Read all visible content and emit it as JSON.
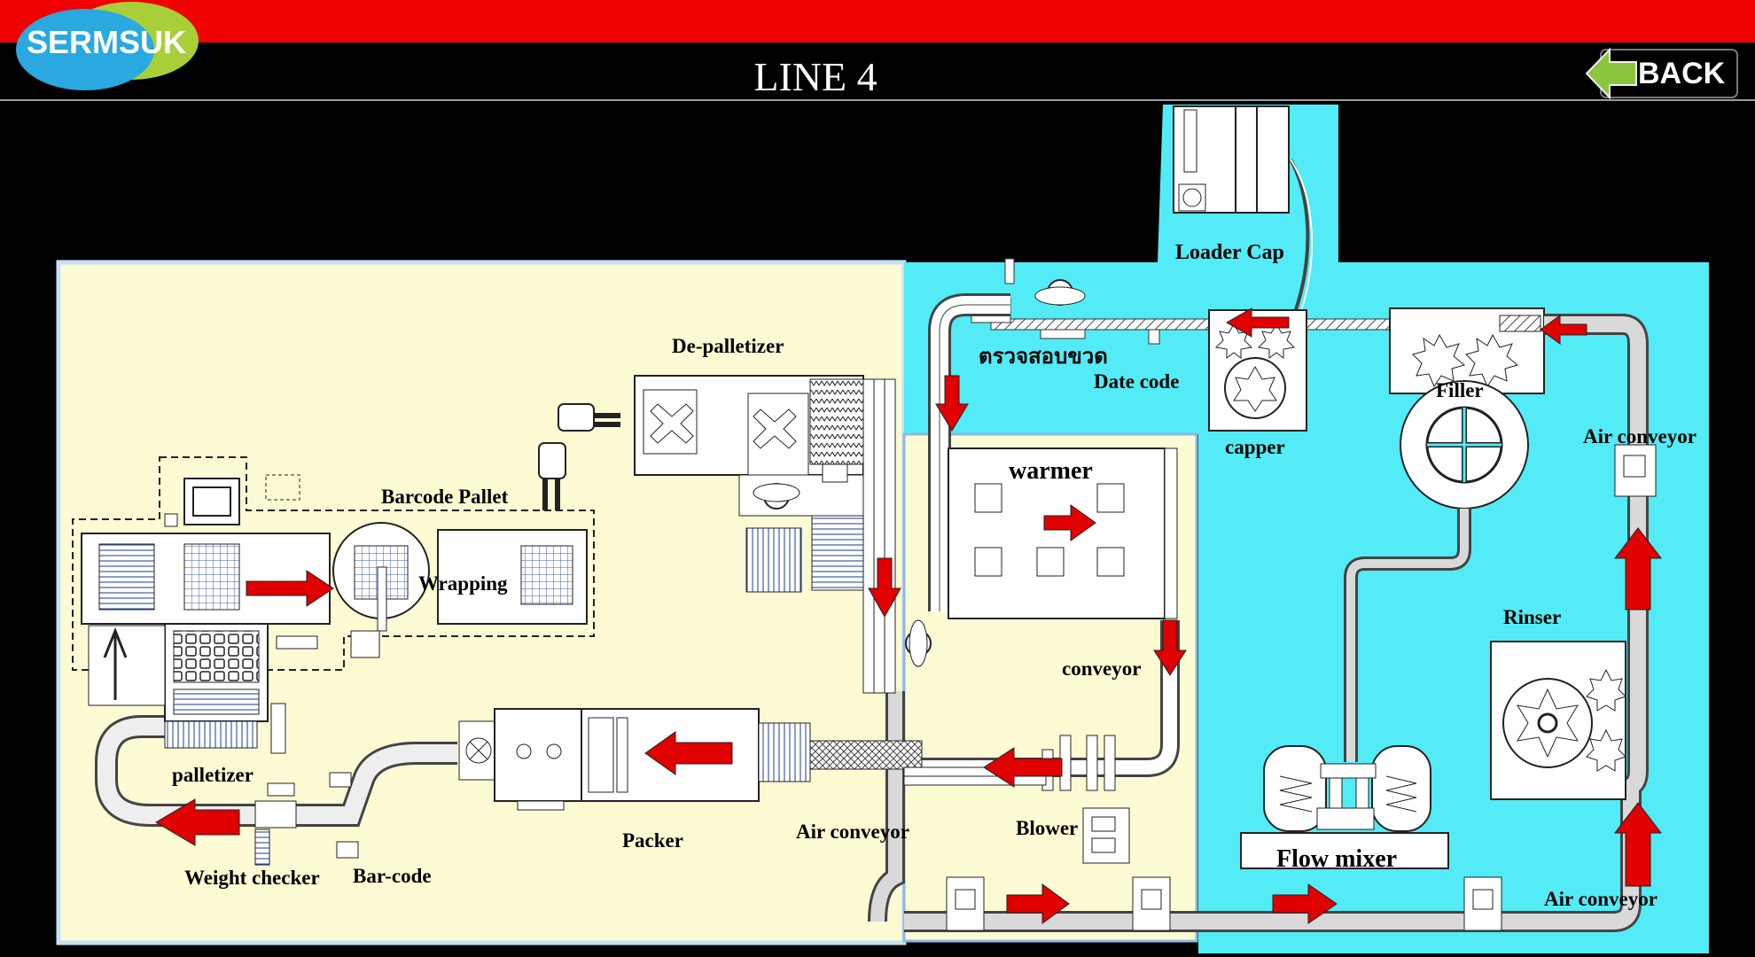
{
  "brand": {
    "logo_text": "SERMSUK"
  },
  "header": {
    "title": "LINE 4",
    "back_label": "BACK"
  },
  "colors": {
    "top_bar": "#f00000",
    "yellow_zone": "#fdfbd4",
    "cyan_zone": "#53ebf5",
    "arrow": "#e00000"
  },
  "labels": {
    "depalletizer": "De-palletizer",
    "barcode_pallet": "Barcode Pallet",
    "wrapping": "Wrapping",
    "palletizer": "palletizer",
    "weight_checker": "Weight checker",
    "bar_code": "Bar-code",
    "packer": "Packer",
    "air_conveyor_bottom": "Air conveyor",
    "blower": "Blower",
    "warmer": "warmer",
    "conveyor": "conveyor",
    "bottle_check": "ตรวจสอบขวด",
    "date_code": "Date code",
    "loader_cap": "Loader Cap",
    "capper": "capper",
    "filler": "Filler",
    "air_conveyor_right": "Air conveyor",
    "rinser": "Rinser",
    "flow_mixer": "Flow mixer",
    "air_conveyor_bottom_right": "Air conveyor"
  }
}
